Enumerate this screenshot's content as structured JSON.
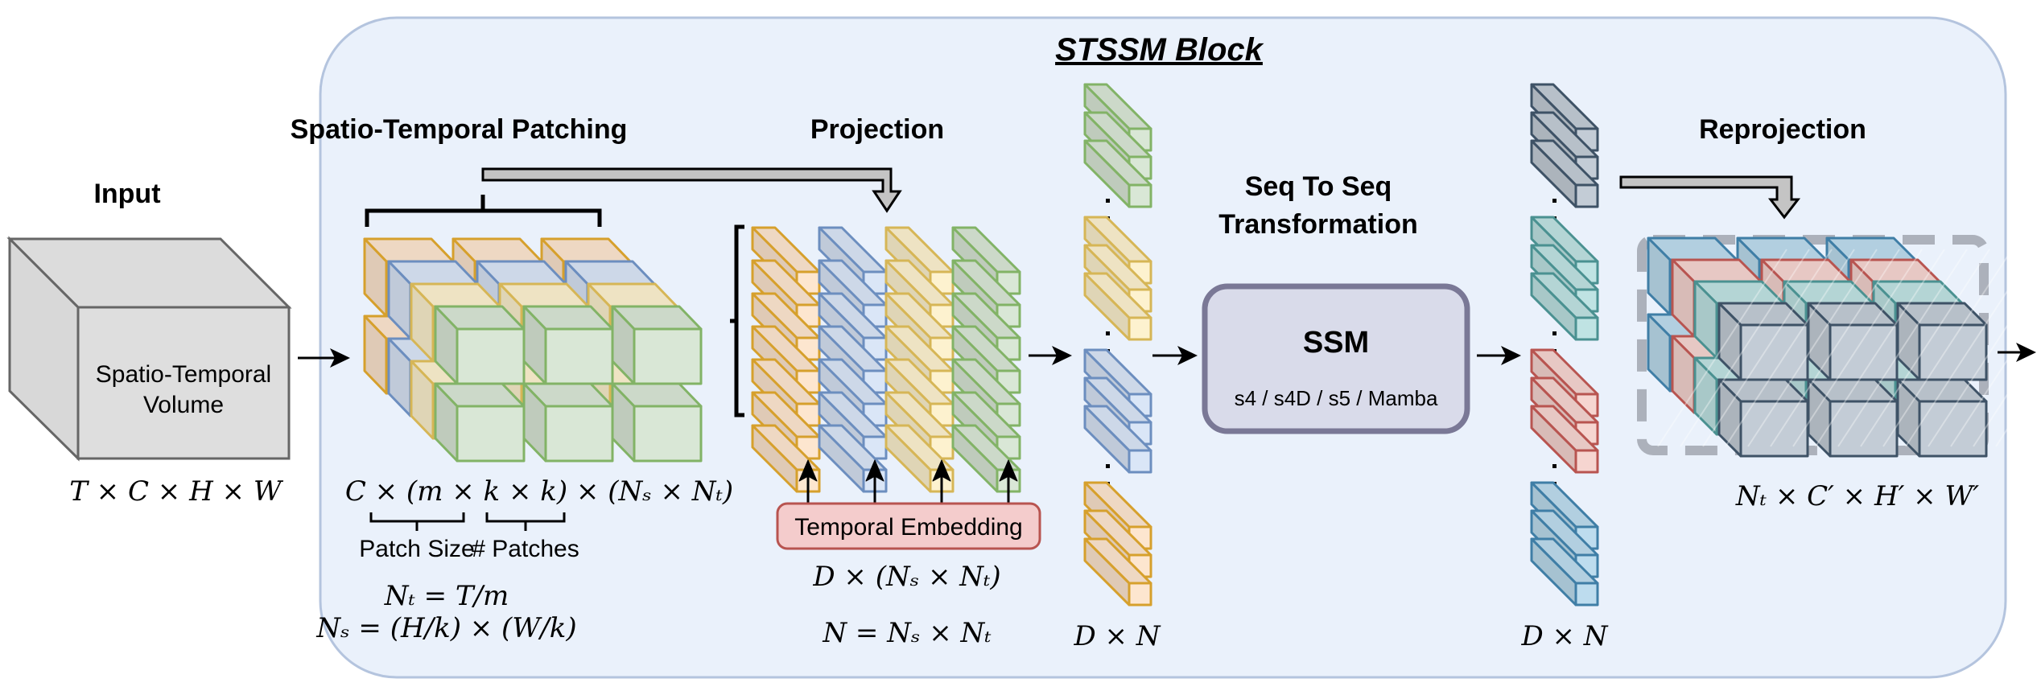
{
  "block_title": "STSSM Block",
  "input": {
    "heading": "Input",
    "volume_line1": "Spatio-Temporal",
    "volume_line2": "Volume",
    "shape": "T × C × H × W"
  },
  "patching": {
    "heading": "Spatio-Temporal Patching",
    "shape": "C × (m × k × k) × (Nₛ × Nₜ)",
    "patch_size_label": "Patch Size",
    "patches_label": "# Patches",
    "nt_formula": "Nₜ = T/m",
    "ns_formula": "Nₛ = (H/k) × (W/k)"
  },
  "projection": {
    "heading": "Projection",
    "temporal_embedding": "Temporal Embedding",
    "shape": "D × (Nₛ × Nₜ)",
    "n_formula": "N = Nₛ × Nₜ"
  },
  "sequence_in": {
    "shape": "D × N"
  },
  "seq2seq": {
    "heading_line1": "Seq To Seq",
    "heading_line2": "Transformation",
    "ssm_title": "SSM",
    "ssm_variants": "s4 / s4D / s5 / Mamba"
  },
  "sequence_out": {
    "shape": "D × N"
  },
  "reprojection": {
    "heading": "Reprojection",
    "shape": "Nₜ × C′ × H′ × W′"
  },
  "colors": {
    "block_bg": "#eaf1fb",
    "block_border": "#b4c4de",
    "orange_fill": "#fde6cf",
    "orange_stroke": "#d6a02c",
    "blue_fill": "#dae6f7",
    "blue_stroke": "#6c8ebf",
    "yellow_fill": "#fdf2cf",
    "yellow_stroke": "#d6b656",
    "green_fill": "#d9e7d6",
    "green_stroke": "#82b366",
    "slate_fill": "#c3ccd6",
    "slate_stroke": "#3e5266",
    "teal_fill": "#bfe3e3",
    "teal_stroke": "#4a9191",
    "red_fill": "#f6d5d0",
    "red_stroke": "#b85450",
    "sky_fill": "#bddcee",
    "sky_stroke": "#3f7ea6",
    "ssm_fill": "#d9dbea",
    "ssm_stroke": "#7a7896",
    "te_fill": "#f4cccc",
    "te_stroke": "#b85450",
    "input_fill": "#dedede",
    "input_stroke": "#666666",
    "arrow_fill": "#c4c4c4"
  }
}
